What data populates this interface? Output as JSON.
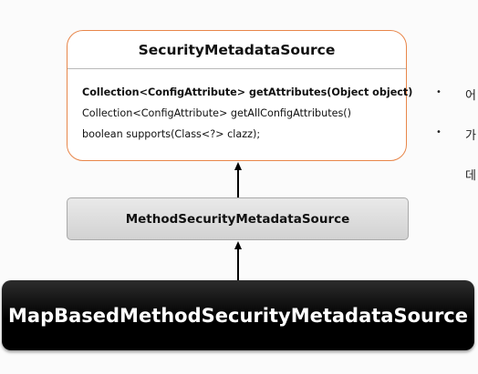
{
  "diagram": {
    "interface_box": {
      "title": "SecurityMetadataSource",
      "methods": [
        "Collection<ConfigAttribute> getAttributes(Object object)",
        "Collection<ConfigAttribute> getAllConfigAttributes()",
        "boolean supports(Class<?> clazz);"
      ]
    },
    "middle_box": {
      "title": "MethodSecurityMetadataSource"
    },
    "bottom_box": {
      "title": "MapBasedMethodSecurityMetadataSource"
    }
  },
  "side_notes": {
    "bullet_symbol": "•",
    "items": [
      "어",
      "가"
    ],
    "continuation": "데"
  },
  "colors": {
    "interface_border": "#e8864a",
    "bottom_box_bg": "#000000",
    "middle_box_bg": "#dcdcdc"
  }
}
